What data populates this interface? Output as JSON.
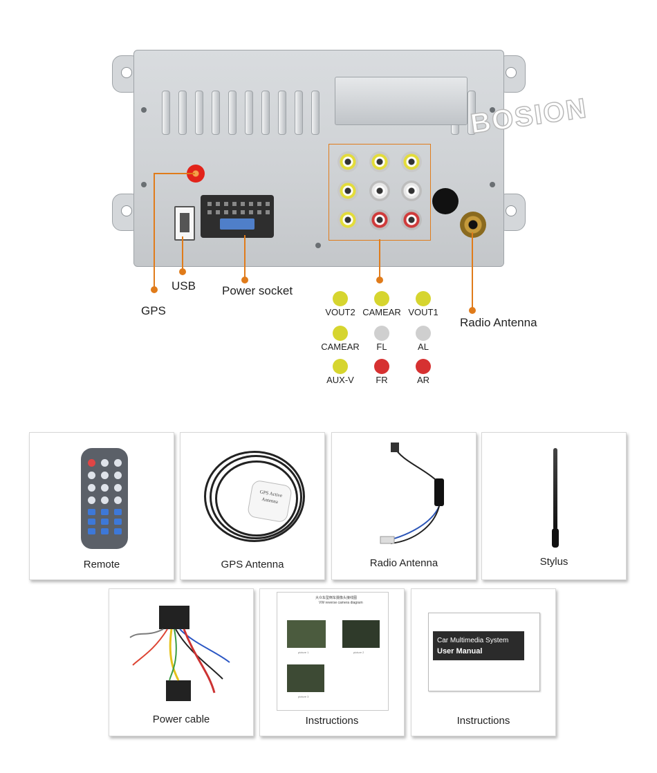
{
  "watermark": "BOSION",
  "callouts": {
    "gps": "GPS",
    "usb": "USB",
    "power_socket": "Power socket",
    "radio_antenna": "Radio Antenna"
  },
  "legend": [
    {
      "label": "VOUT2",
      "color": "#d6d52f"
    },
    {
      "label": "CAMEAR",
      "color": "#d6d52f"
    },
    {
      "label": "VOUT1",
      "color": "#d6d52f"
    },
    {
      "label": "CAMEAR",
      "color": "#d6d52f"
    },
    {
      "label": "FL",
      "color": "#cfcfcf"
    },
    {
      "label": "AL",
      "color": "#cfcfcf"
    },
    {
      "label": "AUX-V",
      "color": "#d6d52f"
    },
    {
      "label": "FR",
      "color": "#d63131"
    },
    {
      "label": "AR",
      "color": "#d63131"
    }
  ],
  "accessories": [
    {
      "label": "Remote"
    },
    {
      "label": "GPS Antenna"
    },
    {
      "label": "Radio Antenna"
    },
    {
      "label": "Stylus"
    },
    {
      "label": "Power cable"
    },
    {
      "label": "Instructions"
    },
    {
      "label": "Instructions"
    }
  ],
  "gps_block_text": "GPS Active Antenna",
  "instructions_sheet": {
    "title_cn": "大众车型倒车摄像头接线图",
    "title_en": "VW reverse camera diagram",
    "picture1": "picture 1",
    "picture2": "picture 2",
    "picture3": "picture 3"
  },
  "manual": {
    "line1": "Car Multimedia System",
    "line2": "User Manual"
  },
  "colors": {
    "accent": "#e07b1a"
  }
}
